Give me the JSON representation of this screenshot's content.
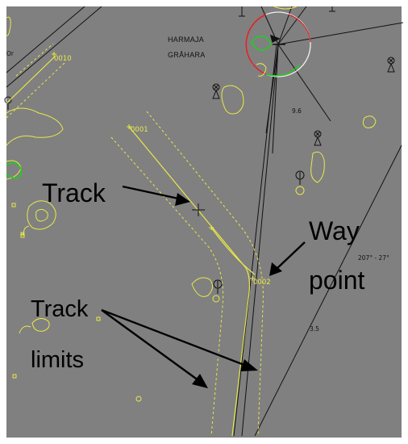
{
  "map": {
    "place_names": [
      "HARMAJA",
      "GRÅHARA"
    ],
    "waypoints": [
      "0010",
      "0001",
      "0002"
    ],
    "depths": [
      "9.6",
      "3.5"
    ],
    "bearing": "207° - 27°",
    "left_edge_fragment": "Or"
  },
  "annotations": {
    "track": "Track",
    "way": "Way",
    "point": "point",
    "track_limits_line1": "Track",
    "track_limits_line2": "limits"
  },
  "colors": {
    "sea": "#808080",
    "track": "#e8e84a",
    "contour": "#e8e84a",
    "land_green": "#22cc22",
    "annotation": "#000000",
    "border": "#ffffff"
  }
}
